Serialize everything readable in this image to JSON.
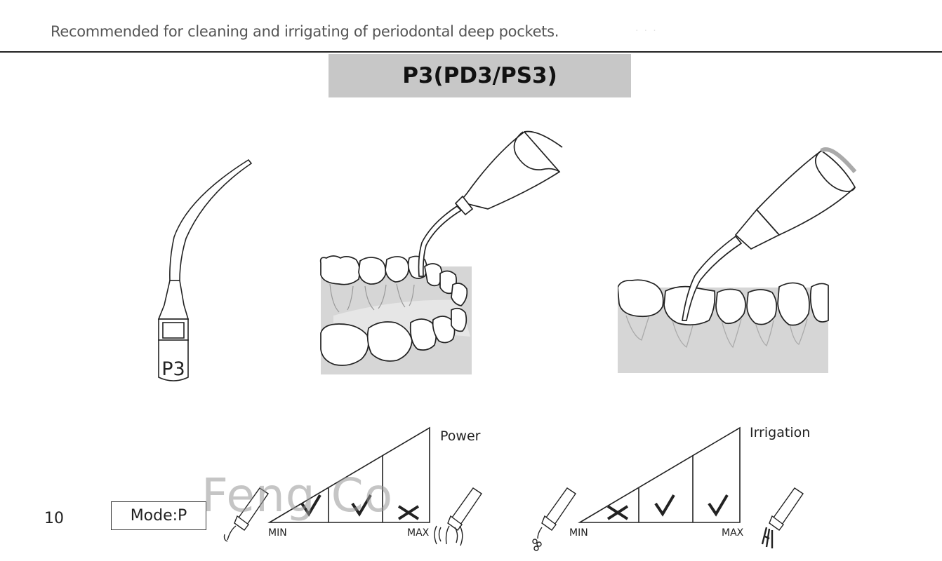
{
  "header": {
    "subtitle": "Recommended for cleaning and irrigating of periodontal deep pockets."
  },
  "title": "P3(PD3/PS3)",
  "tip": {
    "label": "P3"
  },
  "footer": {
    "page_number": "10",
    "mode_label": "Mode:P",
    "watermark": "Feng Co"
  },
  "power_scale": {
    "label": "Power",
    "min_label": "MIN",
    "max_label": "MAX",
    "levels": [
      "check",
      "check",
      "cross"
    ]
  },
  "irrigation_scale": {
    "label": "Irrigation",
    "min_label": "MIN",
    "max_label": "MAX",
    "levels": [
      "cross",
      "check",
      "check"
    ]
  },
  "colors": {
    "title_bg": "#c7c7c7",
    "gum": "#d6d6d6",
    "text": "#222222"
  }
}
